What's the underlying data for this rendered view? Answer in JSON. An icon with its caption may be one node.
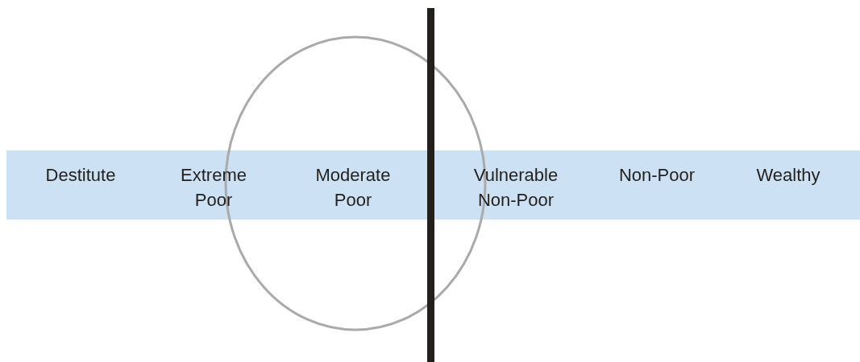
{
  "diagram": {
    "nodes": [
      {
        "text": [
          "Destitute",
          "Extreme Poor",
          "Moderate Poor",
          "Vulnerable Non-Poor",
          "Non-Poor",
          "Wealthy"
        ]
      }
    ]
  }
}
